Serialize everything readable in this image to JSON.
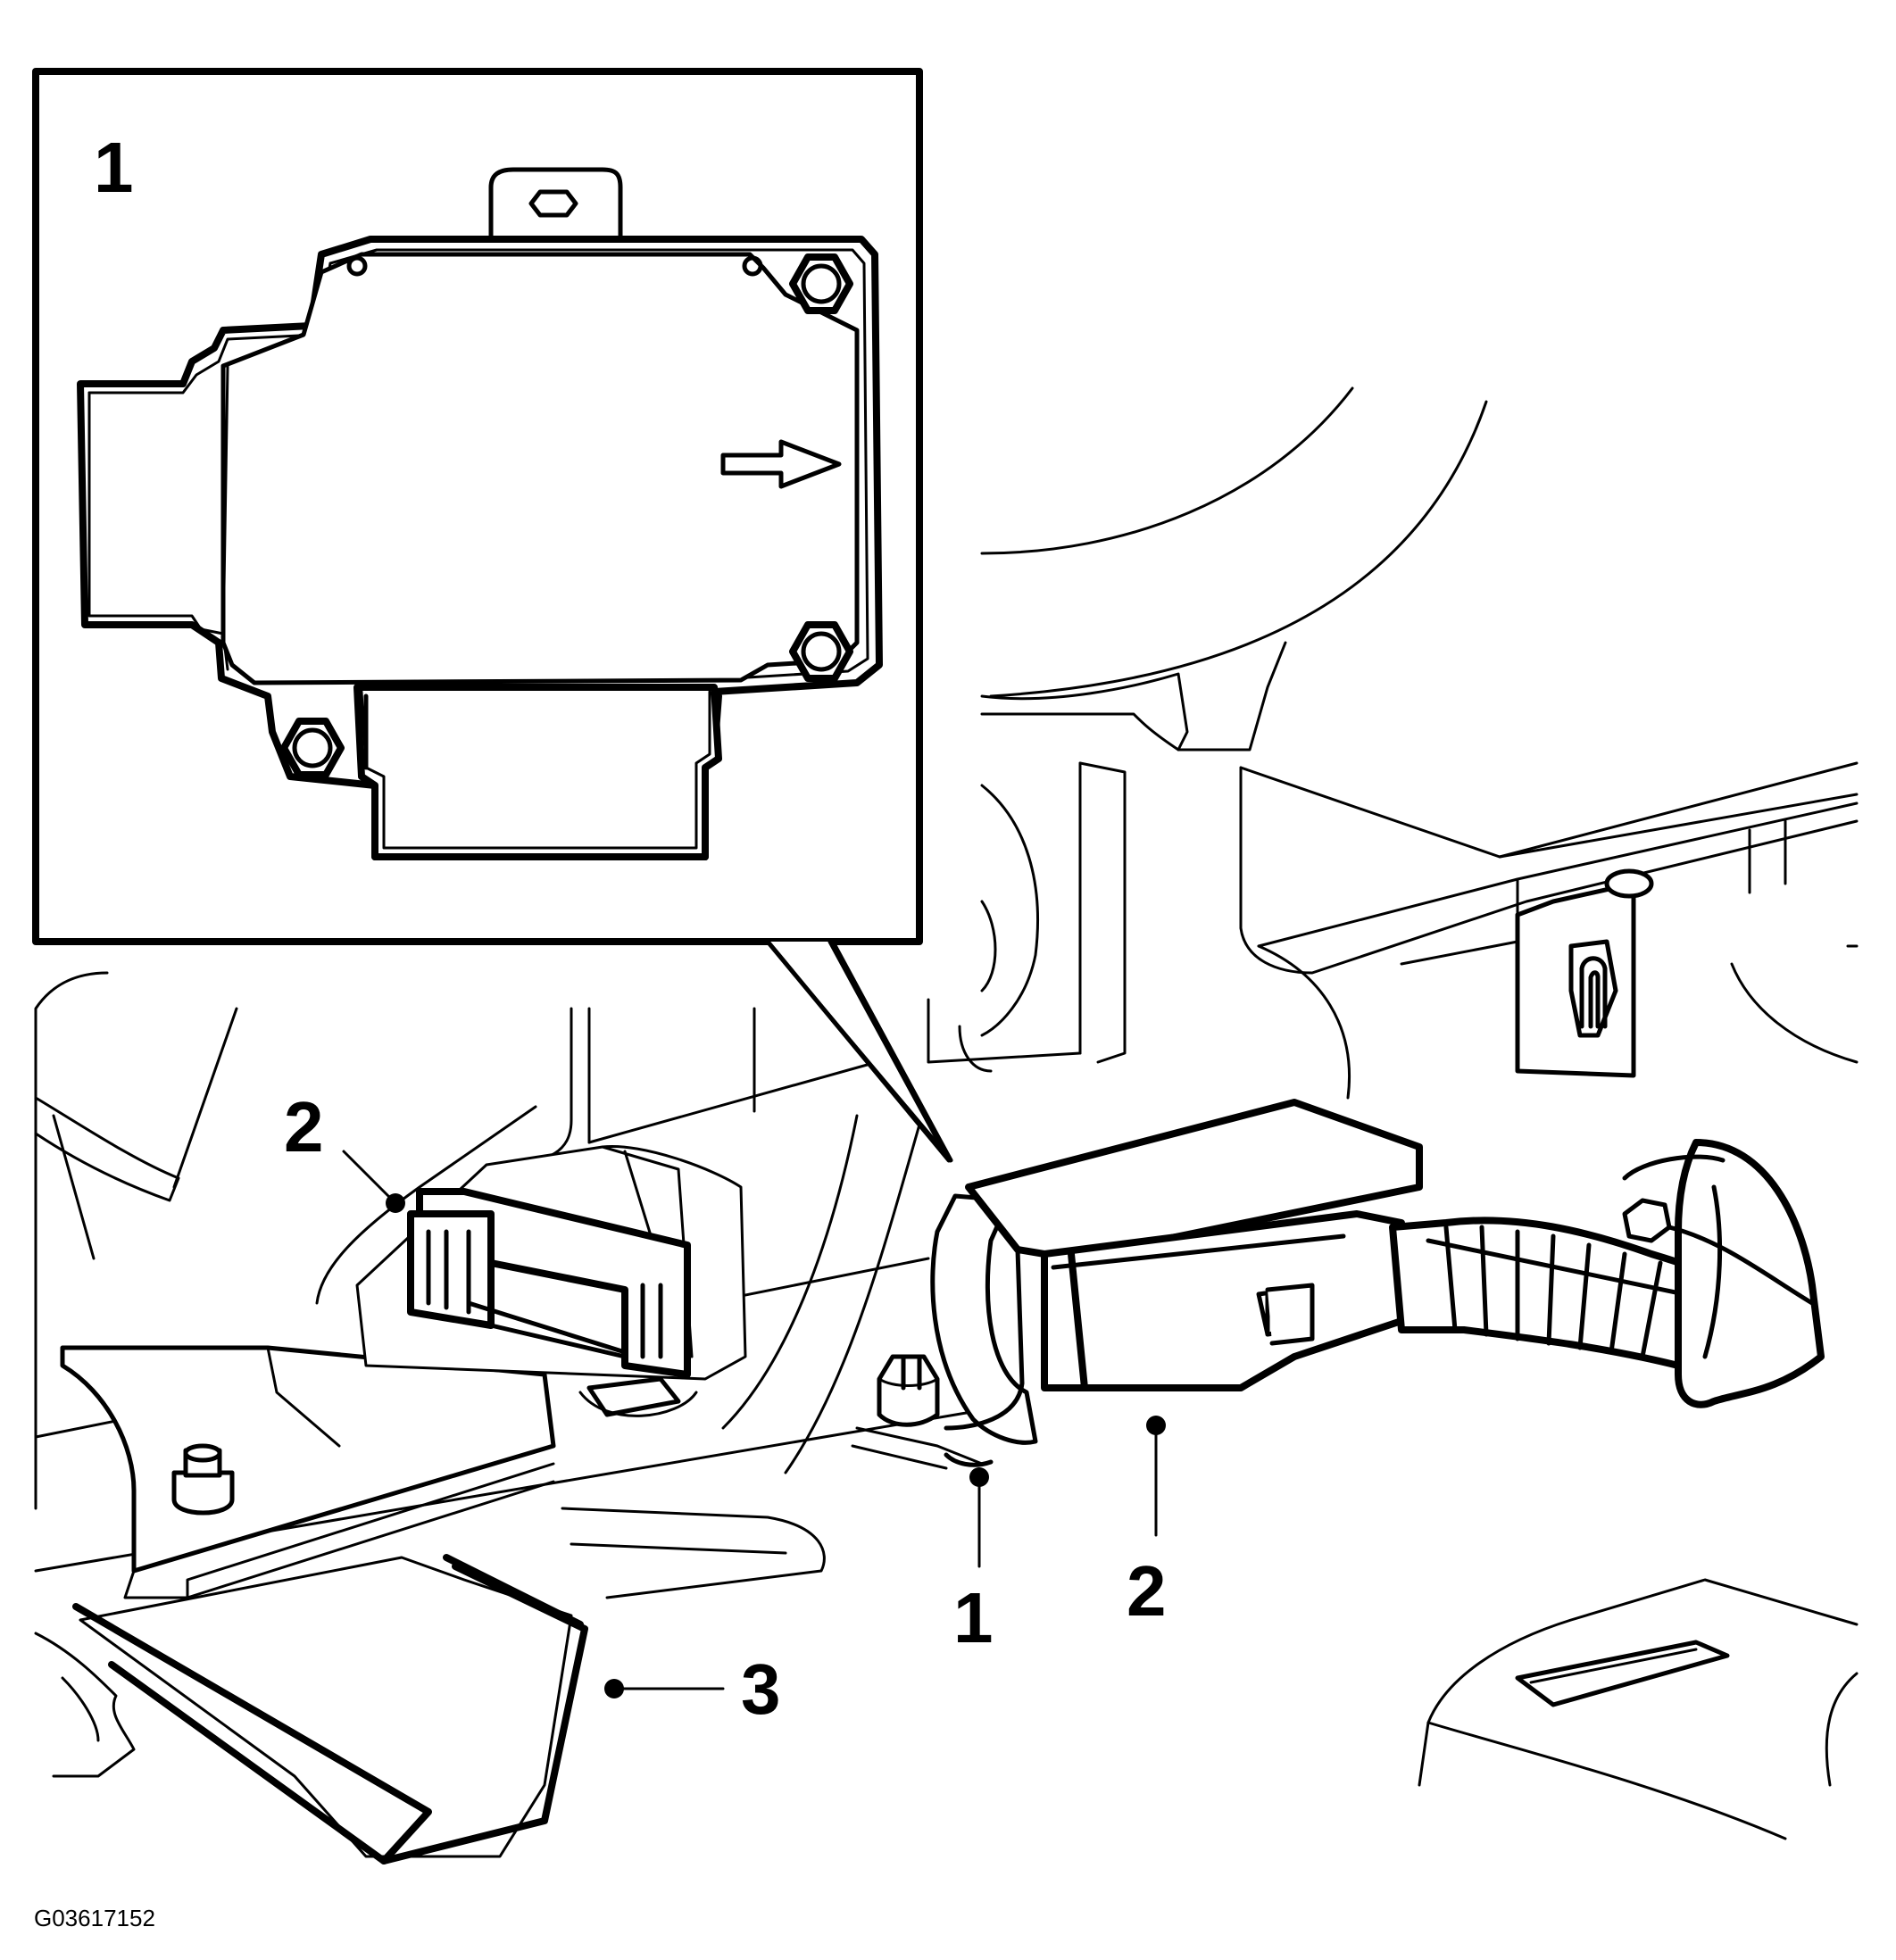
{
  "figure_code": "G03617152",
  "inset": {
    "label": "1"
  },
  "callouts": [
    {
      "id": "callout-1",
      "label": "1"
    },
    {
      "id": "callout-2-left",
      "label": "2"
    },
    {
      "id": "callout-2-right",
      "label": "2"
    },
    {
      "id": "callout-3",
      "label": "3"
    }
  ]
}
